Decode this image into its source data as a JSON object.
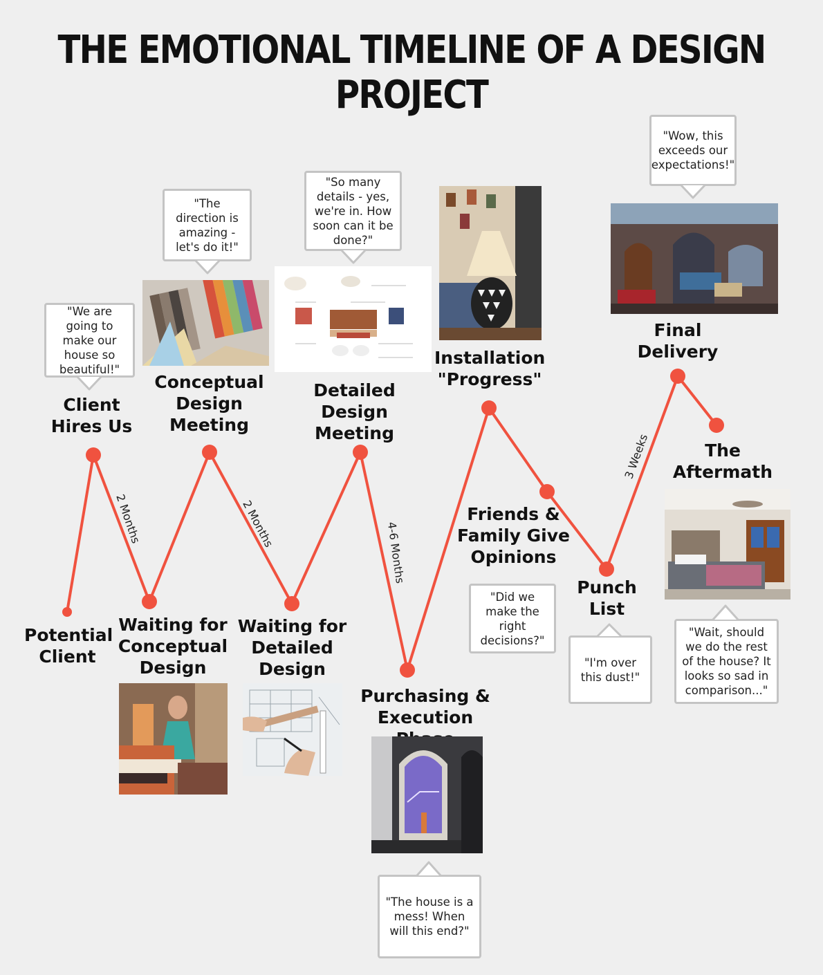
{
  "title": "THE EMOTIONAL TIMELINE OF A DESIGN PROJECT",
  "colors": {
    "line": "#f0523f",
    "bubble_border": "#c4c4c4",
    "background": "#efefef"
  },
  "stages": {
    "potential_client": "Potential Client",
    "client_hires_us": "Client Hires Us",
    "waiting_conceptual": "Waiting for Conceptual Design",
    "conceptual_meeting": "Conceptual Design Meeting",
    "waiting_detailed": "Waiting for Detailed Design",
    "detailed_meeting": "Detailed Design Meeting",
    "purchasing": "Purchasing & Execution Phase",
    "installation": "Installation \"Progress\"",
    "friends_family": "Friends & Family Give Opinions",
    "punch_list": "Punch List",
    "final_delivery": "Final Delivery",
    "aftermath": "The Aftermath"
  },
  "quotes": {
    "client_hires_us": "\"We are going to make our house so beautiful!\"",
    "conceptual_meeting": "\"The direction is amazing - let's do it!\"",
    "detailed_meeting": "\"So many details - yes, we're in. How soon can it be done?\"",
    "purchasing": "\"The house is a mess! When will this end?\"",
    "friends_family": "\"Did we make the right decisions?\"",
    "punch_list": "\"I'm over this dust!\"",
    "final_delivery": "\"Wow, this exceeds our expectations!\"",
    "aftermath": "\"Wait, should we do the rest of the house? It looks so sad in comparison...\""
  },
  "durations": {
    "first": "2 Months",
    "second": "2 Months",
    "third": "4-6 Months",
    "fourth": "3 Weeks"
  },
  "images": [
    "fabric-swatches-photo",
    "design-board-photo",
    "table-lamp-photo",
    "finished-house-photo",
    "designer-with-fabrics-photo",
    "drafting-plans-photo",
    "construction-doorway-photo",
    "bedroom-photo"
  ]
}
